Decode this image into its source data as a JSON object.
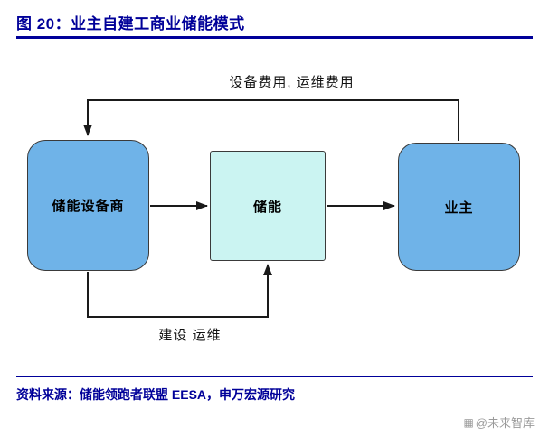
{
  "header": {
    "title": "图 20：业主自建工商业储能模式"
  },
  "diagram": {
    "top_label": "设备费用, 运维费用",
    "bottom_label": "建设 运维",
    "nodes": {
      "supplier": "储能设备商",
      "storage": "储能",
      "owner": "业主"
    },
    "colors": {
      "accent_blue": "#000099",
      "node_blue": "#6fb3e8",
      "node_cyan": "#cbf4f2",
      "line": "#1a1a1a"
    }
  },
  "footer": {
    "source": "资料来源：储能领跑者联盟 EESA，申万宏源研究"
  },
  "watermark": {
    "icon_glyph": "▦",
    "text": "@未来智库"
  }
}
